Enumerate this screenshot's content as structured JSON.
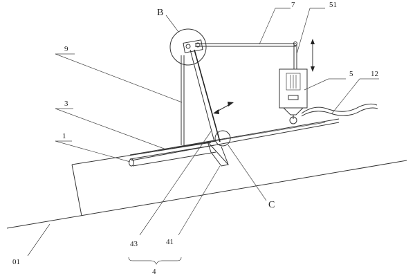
{
  "labels": {
    "l7": "7",
    "l51": "51",
    "lB": "B",
    "l9": "9",
    "l5": "5",
    "l12": "12",
    "l3": "3",
    "l1": "1",
    "lC": "C",
    "l43": "43",
    "l41": "41",
    "l01": "01",
    "l4": "4"
  },
  "colors": {
    "line": "#333333",
    "background": "#ffffff"
  }
}
